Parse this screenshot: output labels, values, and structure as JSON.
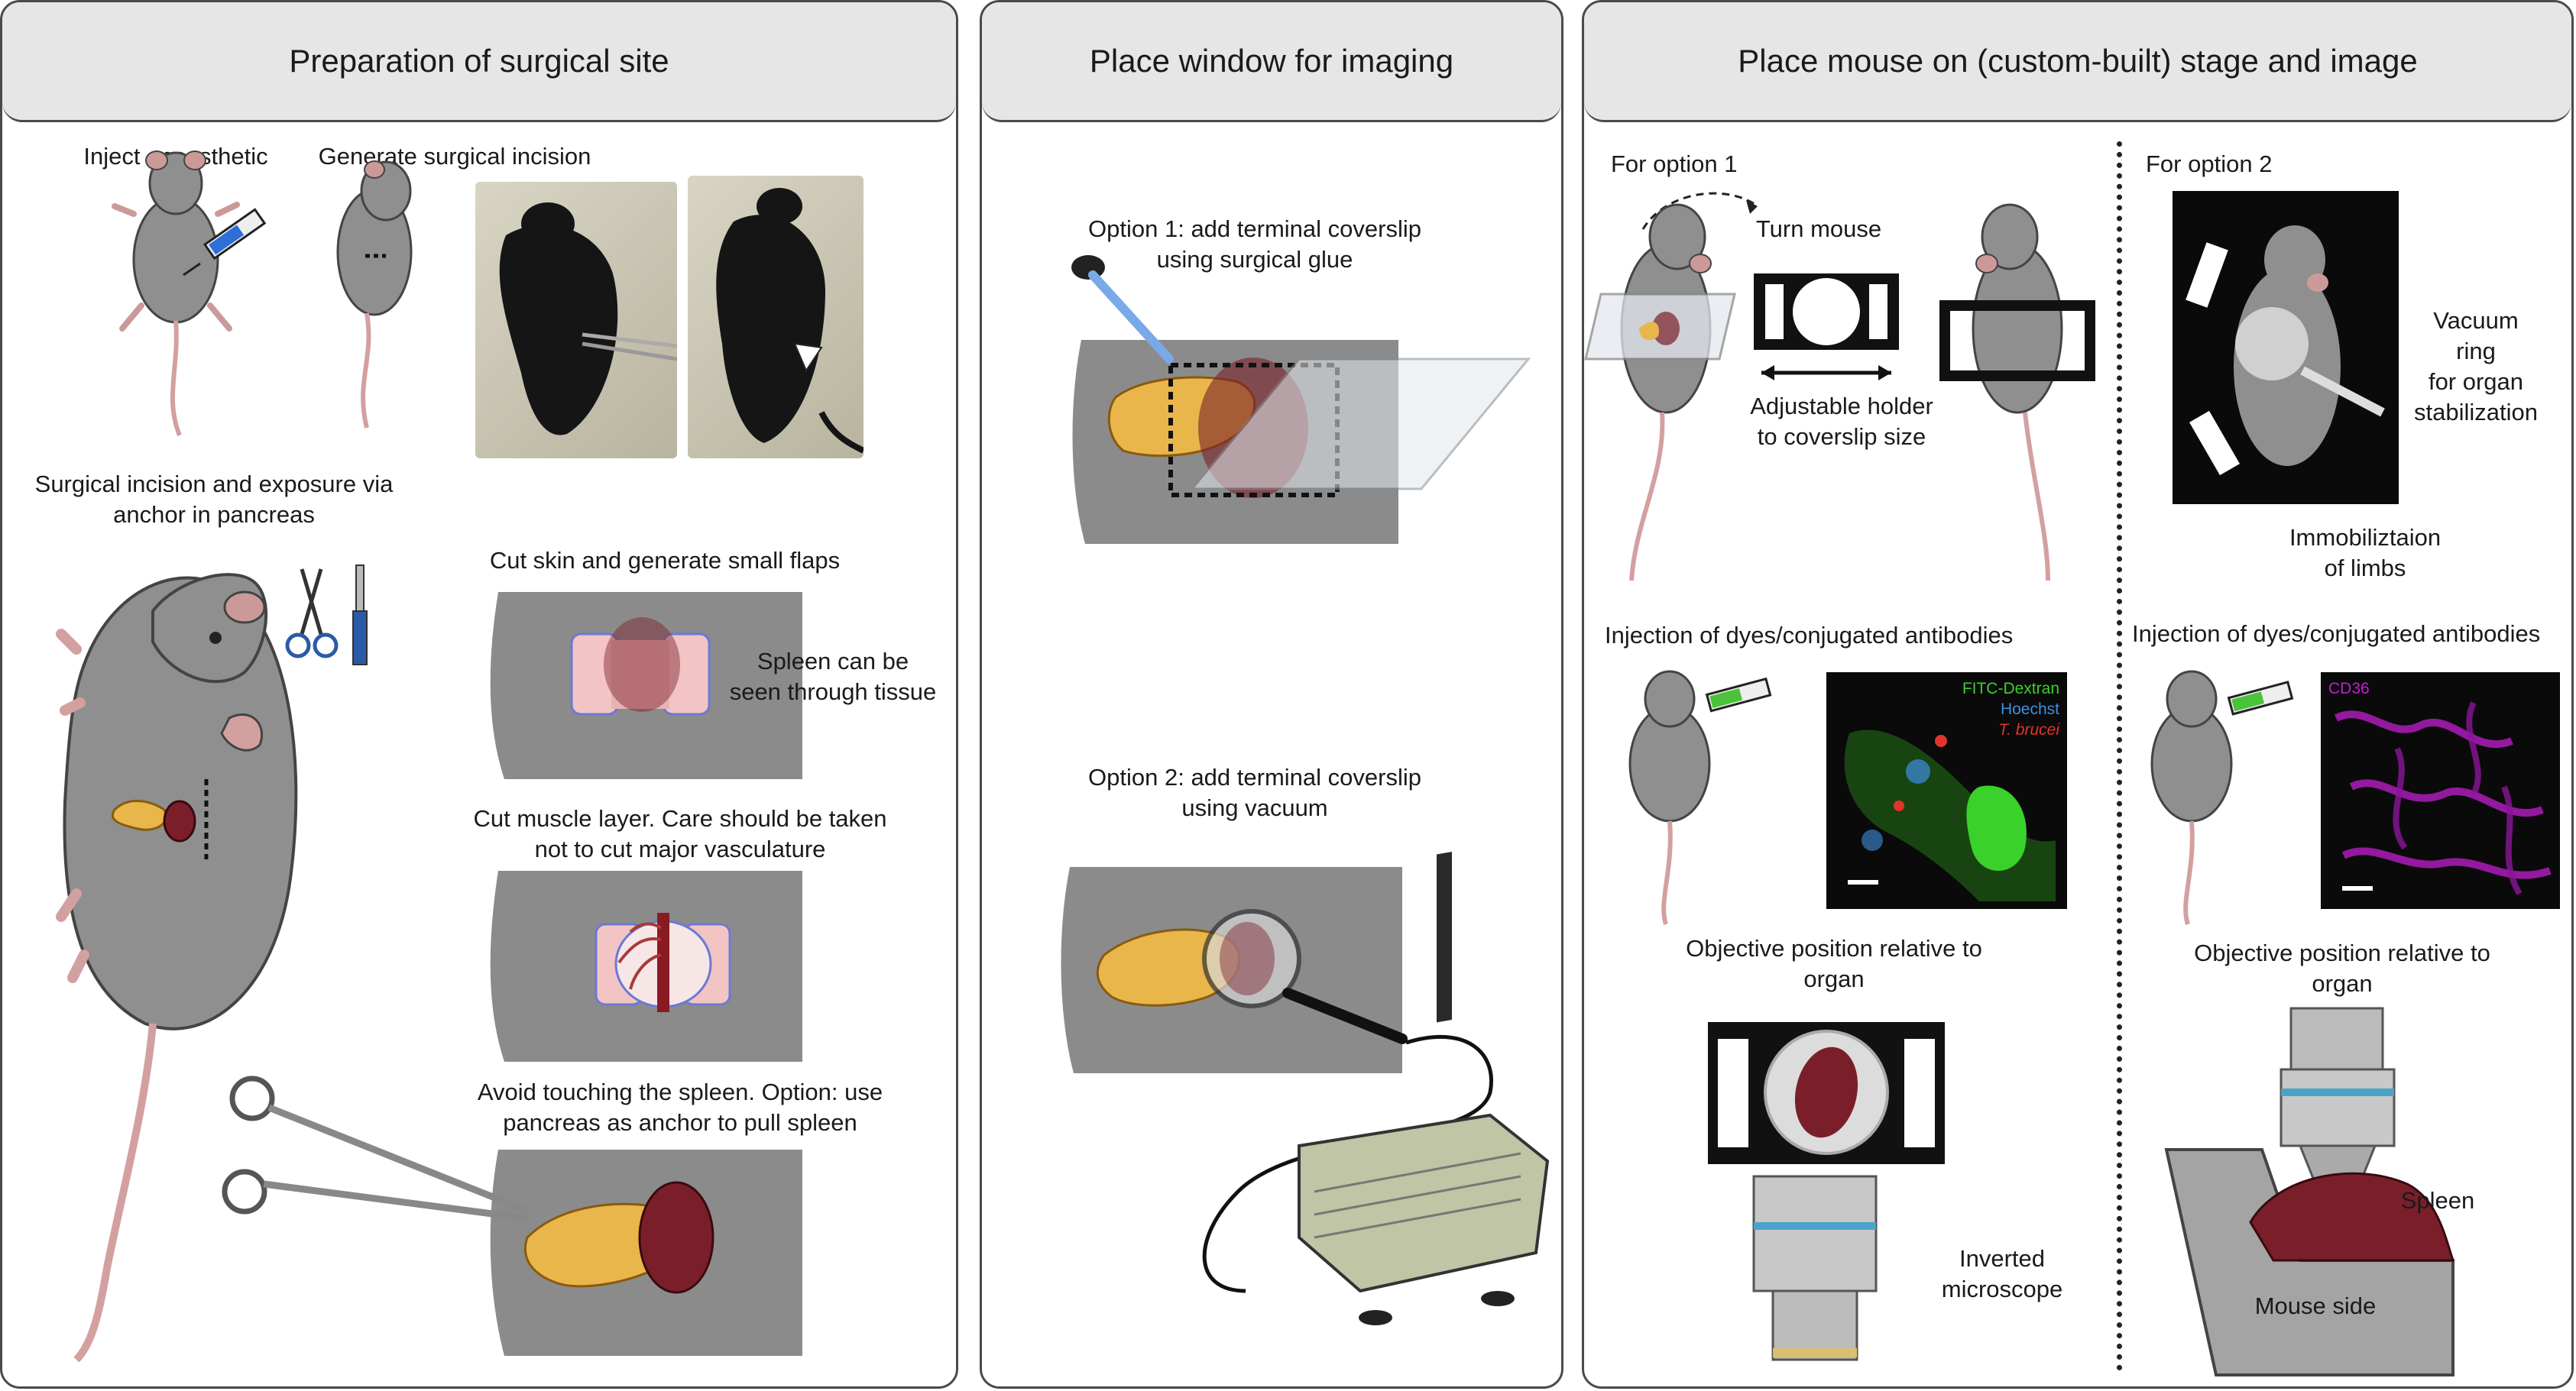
{
  "panels": [
    {
      "title": "Preparation of surgical site"
    },
    {
      "title": "Place window for imaging"
    },
    {
      "title": "Place mouse on (custom-built) stage and image"
    }
  ],
  "prep": {
    "inject": "Inject anaesthetic",
    "incision": "Generate surgical incision",
    "exposure": "Surgical incision and exposure via\nanchor in pancreas",
    "cut_skin": "Cut skin and generate small flaps",
    "spleen_seen": "Spleen can be\nseen through tissue",
    "cut_muscle": "Cut muscle layer. Care should  be taken\nnot to cut major vasculature",
    "avoid": "Avoid touching the spleen. Option: use\npancreas as anchor to pull spleen"
  },
  "window": {
    "option1": "Option 1: add terminal coverslip\nusing surgical glue",
    "option2": "Option 2: add terminal coverslip\nusing vacuum"
  },
  "stage": {
    "for_option1": "For option 1",
    "turn_mouse": "Turn mouse",
    "holder": "Adjustable holder\nto coverslip size",
    "for_option2": "For option 2",
    "vacuum_ring": "Vacuum\nring\nfor organ\nstabilization",
    "immobilization": "Immobiliztaion\nof limbs",
    "injection_1": "Injection of dyes/conjugated antibodies",
    "injection_2": "Injection of dyes/conjugated antibodies",
    "objective_1": "Objective position relative to\norgan",
    "objective_2": "Objective position relative to\norgan",
    "inverted": "Inverted\nmicroscope",
    "spleen": "Spleen",
    "mouse_side": "Mouse side",
    "micrograph1_labels": {
      "a": "FITC-Dextran",
      "b": "Hoechst",
      "c": "T. brucei"
    },
    "micrograph2_label": "CD36"
  },
  "colors": {
    "mouse": "#8f8f8f",
    "spleen": "#7a1f2a",
    "pancreas": "#e8b64a",
    "tissue": "#8b8b8b",
    "fitc": "#39d12a",
    "hoechst": "#3d8fe0",
    "tbrucei": "#e2342a",
    "cd36": "#c21fd0"
  }
}
